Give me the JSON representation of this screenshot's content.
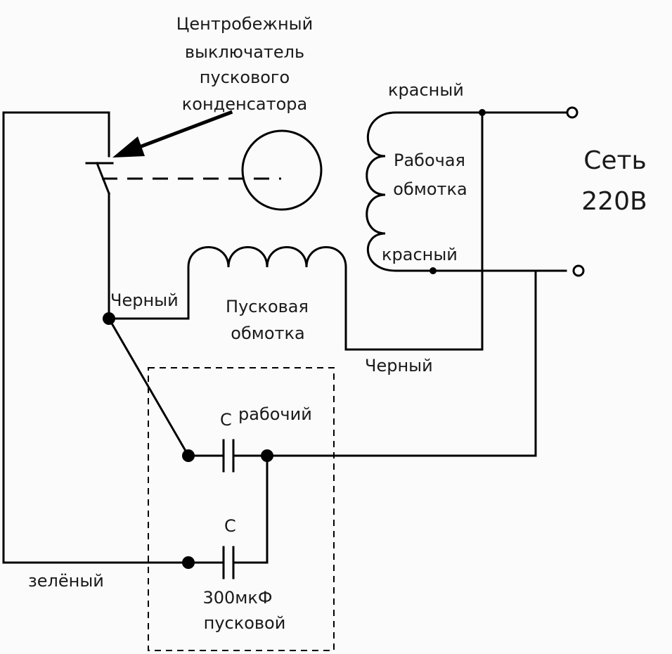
{
  "labels": {
    "switch_title": [
      "Центробежный",
      "выключатель",
      "пускового",
      "конденсатора"
    ],
    "run_winding_top_wire": "красный",
    "run_winding_bottom_wire": "красный",
    "run_winding": [
      "Рабочая",
      "обмотка"
    ],
    "mains": [
      "Сеть",
      "220В"
    ],
    "black_left": "Черный",
    "start_winding": [
      "Пусковая",
      "обмотка"
    ],
    "black_right": "Черный",
    "run_cap_symbol": "С",
    "run_cap_label": "рабочий",
    "start_cap_symbol": "С",
    "green_wire": "зелёный",
    "start_cap_value": "300мкФ",
    "start_cap_label": "пусковой"
  }
}
